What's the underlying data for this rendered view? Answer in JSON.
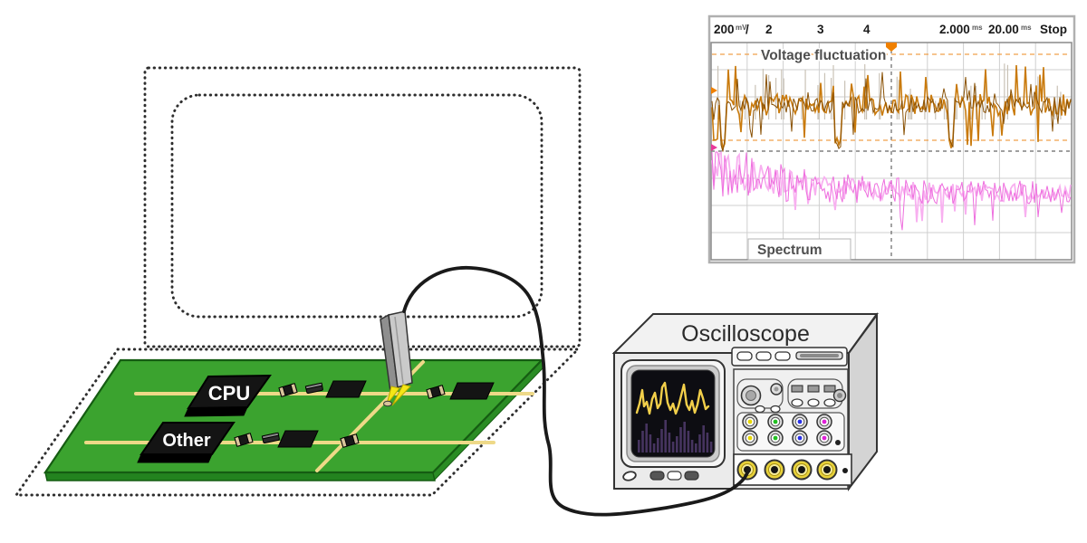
{
  "pcb": {
    "chips": [
      {
        "label": "CPU"
      },
      {
        "label": "Other"
      }
    ]
  },
  "oscilloscope": {
    "title": "Oscilloscope"
  },
  "scope_capture": {
    "header": {
      "ch1_scale": "200",
      "ch1_unit": "mV",
      "ch1_suffix": "/",
      "ch2": "2",
      "ch3": "3",
      "ch4": "4",
      "timebase": "2.000",
      "timebase_unit": "ms",
      "delay": "20.00",
      "delay_unit": "ms",
      "run_state": "Stop"
    },
    "labels": {
      "top": "Voltage fluctuation",
      "bottom": "Spectrum"
    }
  },
  "colors": {
    "pcb_green": "#3ba32f",
    "pcb_edge": "#1f7d1b",
    "trace_yellow": "#eed988",
    "chip_black": "#141414",
    "probe_yellow": "#f5e616",
    "cable_black": "#1a1a1a",
    "crt_wave": "#f2cf4a",
    "crt_bars": "#46345f",
    "voltage_trace": "#c97a0c",
    "voltage_trace_dark": "#8a5206",
    "spectrum_trace": "#ee6ede",
    "spectrum_trace_light": "#f8b0f0",
    "ch2": "#3cb44a",
    "ch3": "#8890dc",
    "ch4": "#e8399a",
    "trigger_orange": "#f08000",
    "ref_dash_orange": "#f0a04a",
    "grid_line": "#cfcfcf",
    "grid_center": "#666666",
    "bnc_colors": [
      "#e8d800",
      "#22c022",
      "#2830e8",
      "#e020d8"
    ],
    "big_bnc": "#e8d23a",
    "noise_gray": "#c9c2b6"
  }
}
